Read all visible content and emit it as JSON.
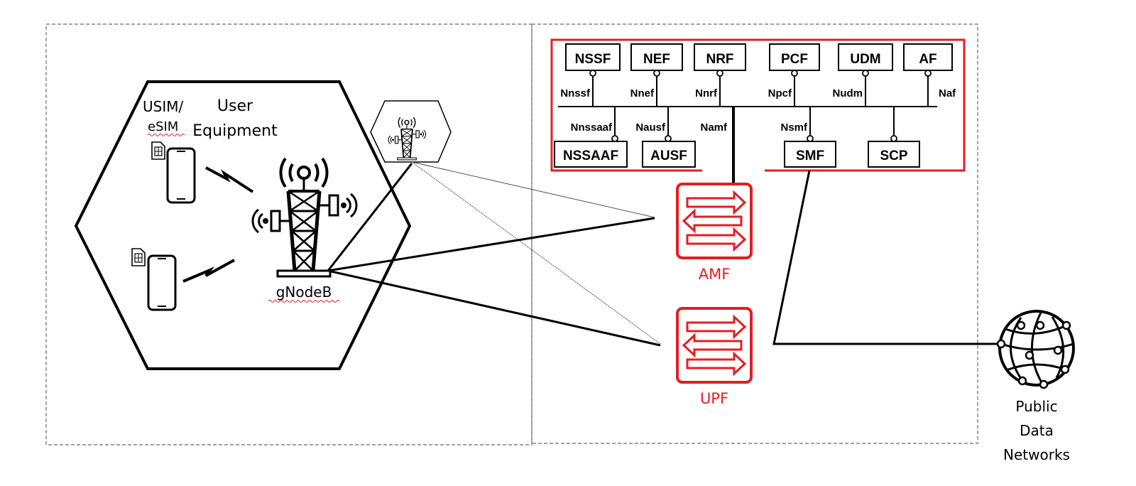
{
  "colors": {
    "core": "#e31e24",
    "line": "#000000",
    "dashed": "#6b6b6b"
  },
  "ran": {
    "ue_label": [
      "User",
      "Equipment"
    ],
    "sim_label": [
      "USIM/",
      "eSIM"
    ],
    "gnb_label": "gNodeB"
  },
  "core": {
    "top_nfs": [
      {
        "name": "NSSF",
        "interface": "Nnssf"
      },
      {
        "name": "NEF",
        "interface": "Nnef"
      },
      {
        "name": "NRF",
        "interface": "Nnrf"
      },
      {
        "name": "PCF",
        "interface": "Npcf"
      },
      {
        "name": "UDM",
        "interface": "Nudm"
      },
      {
        "name": "AF",
        "interface": "Naf"
      }
    ],
    "bottom_nfs": [
      {
        "name": "NSSAAF",
        "interface": "Nnssaaf"
      },
      {
        "name": "AUSF",
        "interface": "Nausf"
      },
      {
        "name": "SMF",
        "interface": "Nsmf"
      },
      {
        "name": "SCP",
        "interface": ""
      }
    ],
    "amf_interface": "Namf",
    "amf_label": "AMF",
    "upf_label": "UPF"
  },
  "dn": {
    "label": [
      "Public",
      "Data",
      "Networks"
    ]
  },
  "icons": [
    "sim-card-icon",
    "smartphone-icon",
    "lightning-icon",
    "cell-tower-icon",
    "small-cell-icon",
    "router-switch-icon",
    "globe-network-icon"
  ]
}
